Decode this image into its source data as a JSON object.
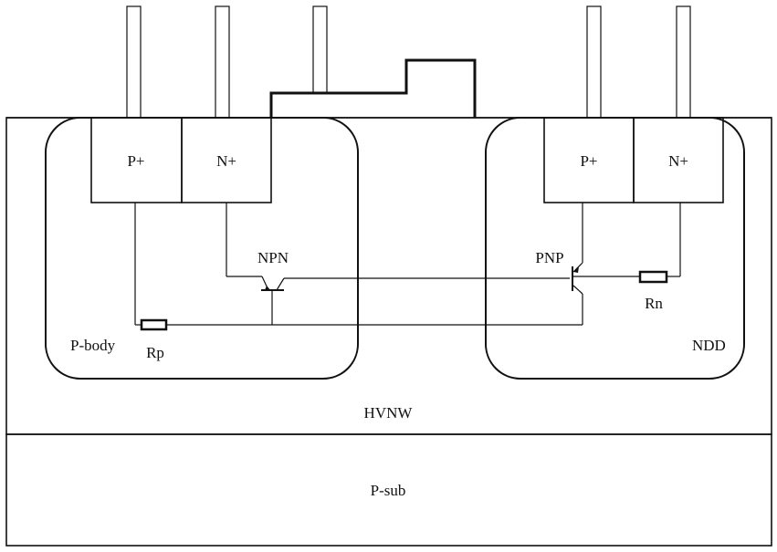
{
  "regions": {
    "hvnw": "HVNW",
    "psub": "P-sub",
    "pbody": "P-body",
    "ndd": "NDD"
  },
  "left_contacts": {
    "p_plus": "P+",
    "n_plus": "N+"
  },
  "right_contacts": {
    "p_plus": "P+",
    "n_plus": "N+"
  },
  "devices": {
    "npn": "NPN",
    "pnp": "PNP",
    "rp": "Rp",
    "rn": "Rn"
  }
}
